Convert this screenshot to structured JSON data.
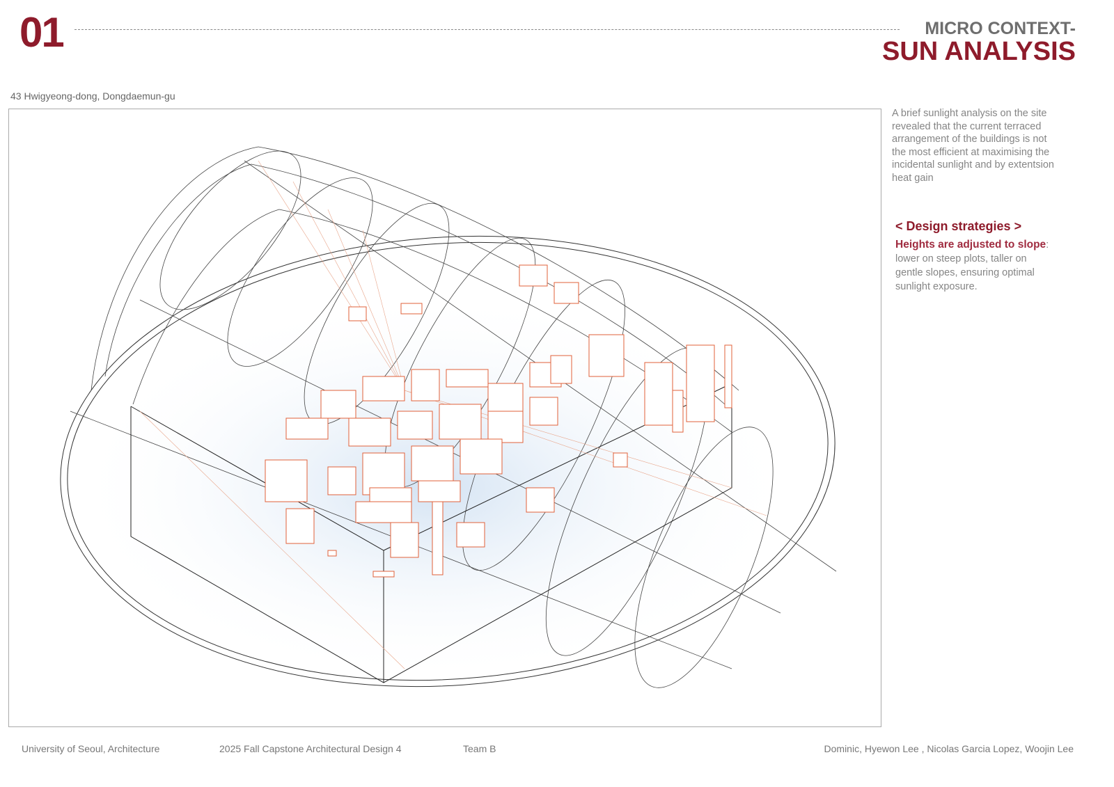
{
  "header": {
    "number": "01",
    "subtitle": "MICRO CONTEXT-",
    "title": "SUN ANALYSIS"
  },
  "address": "43 Hwigyeong-dong, Dongdaemun-gu",
  "description": "A brief sunlight analysis on the site revealed that the current terraced arrangement of the buildings is not the most efficient at maximising the incidental sunlight and by extentsion heat gain",
  "strategies": {
    "heading": "< Design strategies >",
    "highlight": "Heights are adjusted to slope",
    "body": ": lower on steep plots, taller on gentle slopes, ensuring optimal sunlight exposure."
  },
  "footer": {
    "school": "University of Seoul, Architecture",
    "course": "2025 Fall Capstone Architectural Design 4",
    "team": "Team B",
    "members": "Dominic, Hyewon Lee , Nicolas Garcia Lopez, Woojin Lee"
  },
  "colors": {
    "accent": "#8e1b2b",
    "building": "#e0603a",
    "line": "#333333"
  }
}
